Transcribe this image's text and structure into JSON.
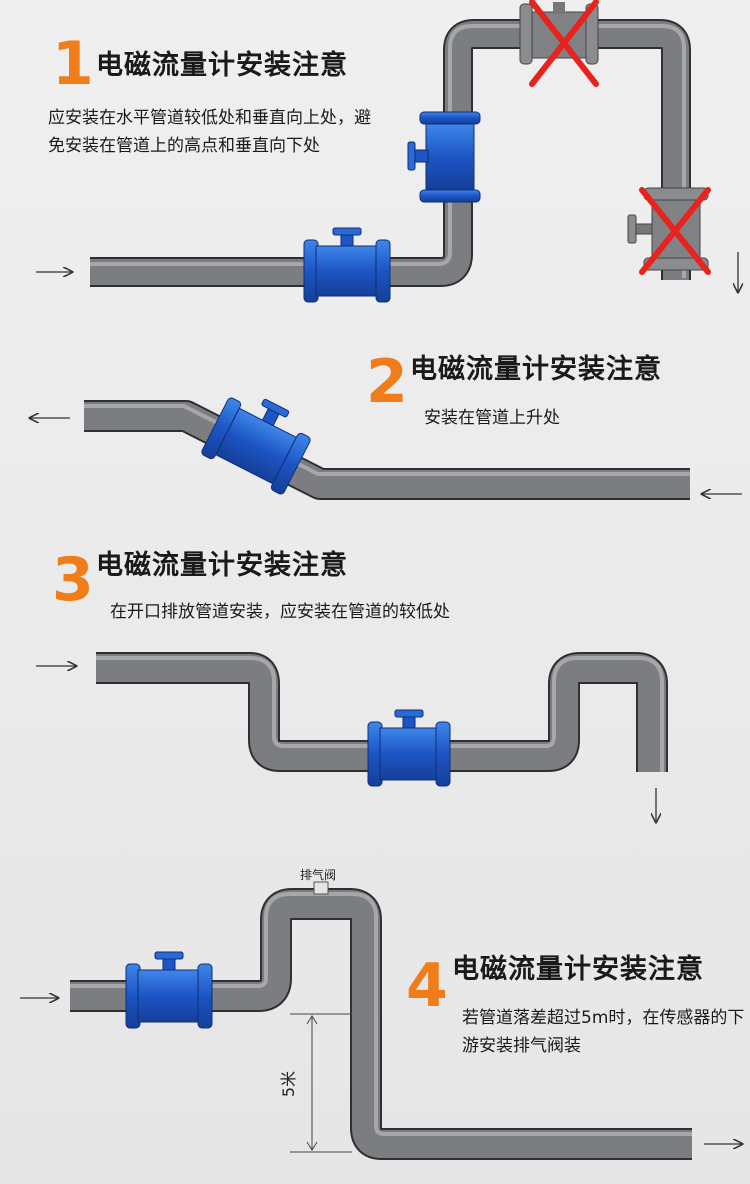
{
  "sections": [
    {
      "number": "1",
      "title": "电磁流量计安装注意",
      "desc": "应安装在水平管道较低处和垂直向上处，避免安装在管道上的高点和垂直向下处"
    },
    {
      "number": "2",
      "title": "电磁流量计安装注意",
      "desc": "安装在管道上升处"
    },
    {
      "number": "3",
      "title": "电磁流量计安装注意",
      "desc": "在开口排放管道安装，应安装在管道的较低处"
    },
    {
      "number": "4",
      "title": "电磁流量计安装注意",
      "desc": "若管道落差超过5m时，在传感器的下游安装排气阀装"
    }
  ],
  "labels": {
    "exhaust_valve": "排气阀",
    "height": "5米"
  },
  "colors": {
    "accent": "#f07d1a",
    "pipe": "#7d7f82",
    "meter": "#1f5fc9",
    "cross": "#e8221c"
  }
}
